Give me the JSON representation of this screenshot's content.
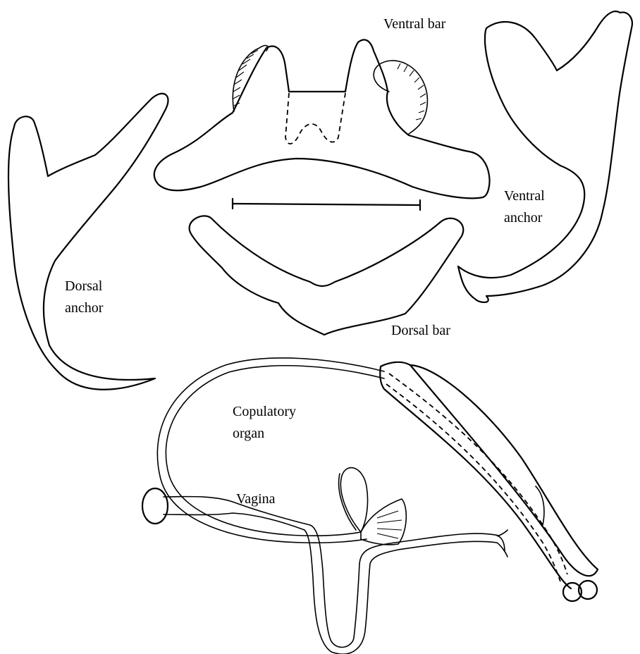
{
  "labels": {
    "ventral_bar": "Ventral bar",
    "ventral_anchor_line1": "Ventral",
    "ventral_anchor_line2": "anchor",
    "dorsal_anchor_line1": "Dorsal",
    "dorsal_anchor_line2": "anchor",
    "dorsal_bar": "Dorsal bar",
    "copulatory_organ_line1": "Copulatory",
    "copulatory_organ_line2": "organ",
    "vagina": "Vagina"
  },
  "colors": {
    "stroke": "#000000",
    "background": "#ffffff"
  }
}
